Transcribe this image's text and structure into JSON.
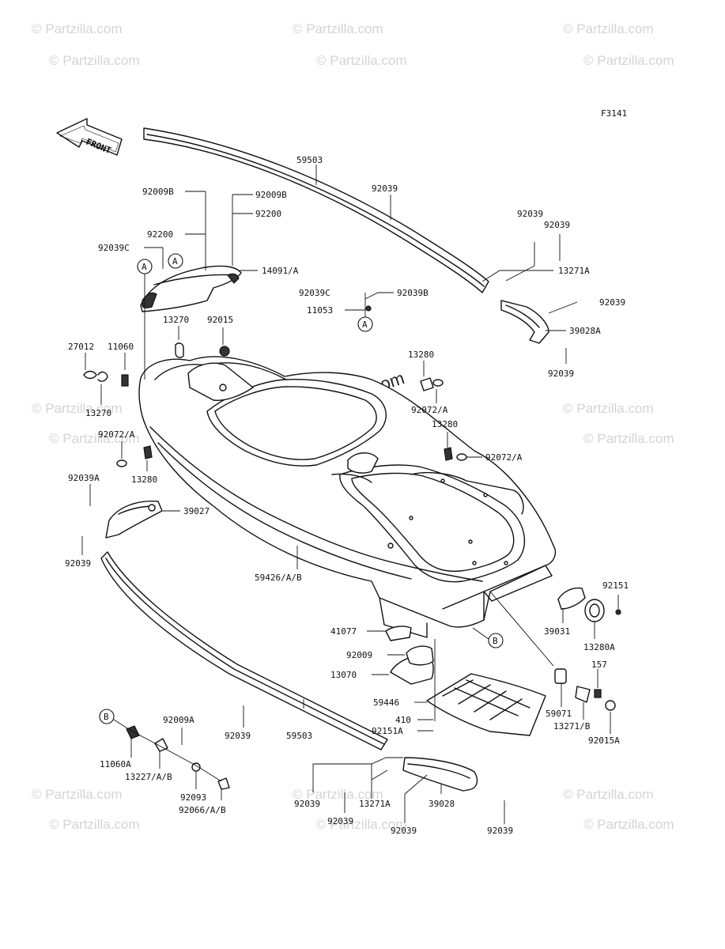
{
  "diagram": {
    "code": "F3141",
    "front_label": "FRONT",
    "callouts": {
      "A": "A",
      "B": "B"
    },
    "watermarks": {
      "copyright": "© Partzilla.com",
      "tile": "© Partzilla.com"
    },
    "parts": [
      {
        "id": "p01",
        "number": "59503"
      },
      {
        "id": "p02",
        "number": "92039"
      },
      {
        "id": "p03",
        "number": "92009B"
      },
      {
        "id": "p04",
        "number": "92200"
      },
      {
        "id": "p05",
        "number": "92009B"
      },
      {
        "id": "p06",
        "number": "92200"
      },
      {
        "id": "p07",
        "number": "92039C"
      },
      {
        "id": "p08",
        "number": "14091/A"
      },
      {
        "id": "p09",
        "number": "92039"
      },
      {
        "id": "p10",
        "number": "92039"
      },
      {
        "id": "p11",
        "number": "13271A"
      },
      {
        "id": "p12",
        "number": "92039C"
      },
      {
        "id": "p13",
        "number": "92039B"
      },
      {
        "id": "p14",
        "number": "11053"
      },
      {
        "id": "p15",
        "number": "92039"
      },
      {
        "id": "p16",
        "number": "39028A"
      },
      {
        "id": "p17",
        "number": "92039"
      },
      {
        "id": "p18",
        "number": "13270"
      },
      {
        "id": "p19",
        "number": "92015"
      },
      {
        "id": "p20",
        "number": "27012"
      },
      {
        "id": "p21",
        "number": "11060"
      },
      {
        "id": "p22",
        "number": "13270"
      },
      {
        "id": "p23",
        "number": "13280"
      },
      {
        "id": "p24",
        "number": "92072/A"
      },
      {
        "id": "p25",
        "number": "13280"
      },
      {
        "id": "p26",
        "number": "92072/A"
      },
      {
        "id": "p27",
        "number": "92072/A"
      },
      {
        "id": "p28",
        "number": "13280"
      },
      {
        "id": "p29",
        "number": "92039A"
      },
      {
        "id": "p30",
        "number": "39027"
      },
      {
        "id": "p31",
        "number": "92039"
      },
      {
        "id": "p32",
        "number": "59426/A/B"
      },
      {
        "id": "p33",
        "number": "92151"
      },
      {
        "id": "p34",
        "number": "39031"
      },
      {
        "id": "p35",
        "number": "13280A"
      },
      {
        "id": "p36",
        "number": "41077"
      },
      {
        "id": "p37",
        "number": "92009"
      },
      {
        "id": "p38",
        "number": "13070"
      },
      {
        "id": "p39",
        "number": "157"
      },
      {
        "id": "p40",
        "number": "59446"
      },
      {
        "id": "p41",
        "number": "410"
      },
      {
        "id": "p42",
        "number": "92151A"
      },
      {
        "id": "p43",
        "number": "59071"
      },
      {
        "id": "p44",
        "number": "13271/B"
      },
      {
        "id": "p45",
        "number": "92015A"
      },
      {
        "id": "p46",
        "number": "92009A"
      },
      {
        "id": "p47",
        "number": "92039"
      },
      {
        "id": "p48",
        "number": "59503"
      },
      {
        "id": "p49",
        "number": "11060A"
      },
      {
        "id": "p50",
        "number": "13227/A/B"
      },
      {
        "id": "p51",
        "number": "92093"
      },
      {
        "id": "p52",
        "number": "92066/A/B"
      },
      {
        "id": "p53",
        "number": "92039"
      },
      {
        "id": "p54",
        "number": "92039"
      },
      {
        "id": "p55",
        "number": "13271A"
      },
      {
        "id": "p56",
        "number": "92039"
      },
      {
        "id": "p57",
        "number": "39028"
      },
      {
        "id": "p58",
        "number": "92039"
      }
    ]
  }
}
